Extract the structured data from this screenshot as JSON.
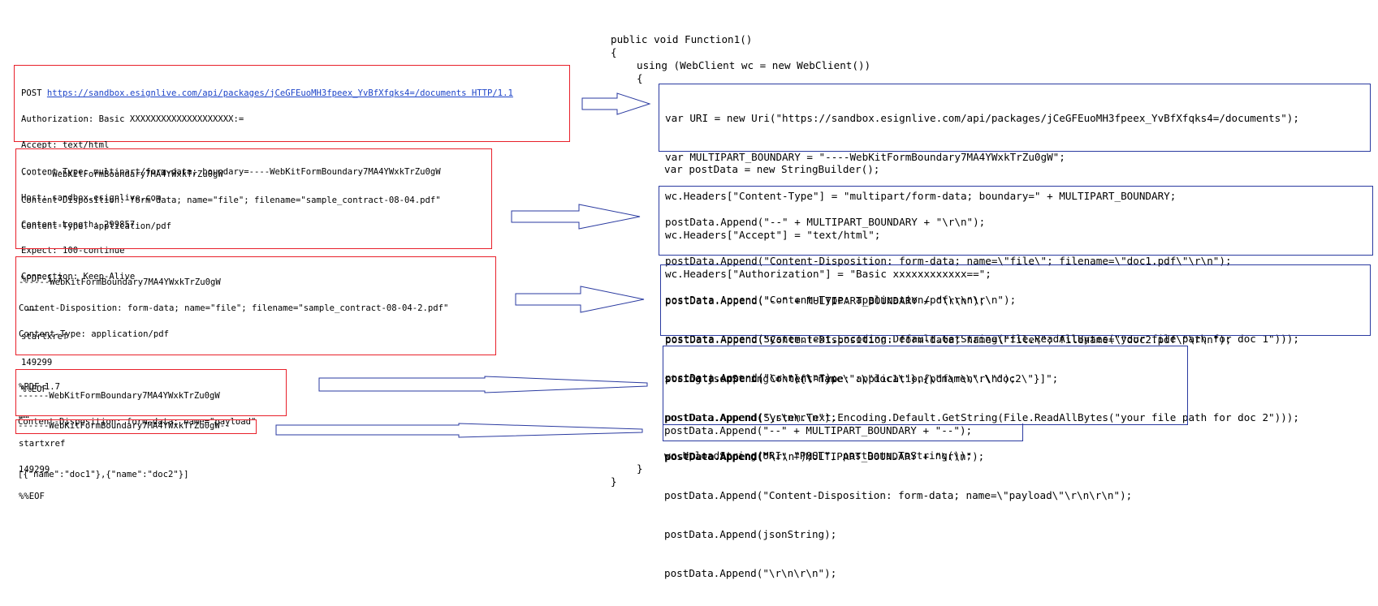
{
  "request": {
    "headers": [
      "POST ",
      "Authorization: Basic XXXXXXXXXXXXXXXXXXXX:=",
      "Accept: text/html",
      "Content-Type: multipart/form-data; boundary=----WebKitFormBoundary7MA4YWxkTrZu0gW",
      "Host: sandbox.esignlive.com",
      "Content-Length: 299857",
      "Expect: 100-continue",
      "Connection: Keep-Alive"
    ],
    "post_url": "https://sandbox.esignlive.com/api/packages/jCeGFEuoMH3fpeex_YvBfXfqks4=/documents HTTP/1.1",
    "part1": [
      "------WebKitFormBoundary7MA4YWxkTrZu0gW",
      "Content-Disposition: form-data; name=\"file\"; filename=\"sample_contract-08-04.pdf\"",
      "Content-Type: application/pdf",
      "",
      "%PDF-1.7",
      " ……",
      "startxref",
      "149299",
      "%%EOF"
    ],
    "part2": [
      "------WebKitFormBoundary7MA4YWxkTrZu0gW",
      "Content-Disposition: form-data; name=\"file\"; filename=\"sample_contract-08-04-2.pdf\"",
      "Content-Type: application/pdf",
      "",
      "%PDF-1.7",
      "……",
      "startxref",
      "149299",
      "%%EOF"
    ],
    "payload": [
      "------WebKitFormBoundary7MA4YWxkTrZu0gW",
      "Content-Disposition: form-data; name=\"payload\"",
      "",
      "[{\"name\":\"doc1\"},{\"name\":\"doc2\"}]"
    ],
    "end_boundary": "------WebKitFormBoundary7MA4YWxkTrZu0gW--"
  },
  "code": {
    "signature": "public void Function1()",
    "open_brace": "{",
    "using_line": "using (WebClient wc = new WebClient())",
    "inner_open": "{",
    "block_headers": [
      "var URI = new Uri(\"https://sandbox.esignlive.com/api/packages/jCeGFEuoMH3fpeex_YvBfXfqks4=/documents\");",
      "var MULTIPART_BOUNDARY = \"----WebKitFormBoundary7MA4YWxkTrZu0gW\";",
      "wc.Headers[\"Content-Type\"] = \"multipart/form-data; boundary=\" + MULTIPART_BOUNDARY;",
      "wc.Headers[\"Accept\"] = \"text/html\";",
      "wc.Headers[\"Authorization\"] = \"Basic xxxxxxxxxxxx==\";"
    ],
    "postdata_line": "var postData = new StringBuilder();",
    "block_doc1": [
      "postData.Append(\"--\" + MULTIPART_BOUNDARY + \"\\r\\n\");",
      "postData.Append(\"Content-Disposition: form-data; name=\\\"file\\\"; filename=\\\"doc1.pdf\\\"\\r\\n\");",
      "postData.Append(\"Content-Type: application/pdf\\r\\n\\r\\n\");",
      "postData.Append(System.Text.Encoding.Default.GetString(File.ReadAllBytes(\"your file path for doc 1\")));",
      "postData.Append(\"\\r\\n\\r\\n\");"
    ],
    "block_doc2": [
      "postData.Append(\"--\" + MULTIPART_BOUNDARY + \"\\r\\n\");",
      "postData.Append(\"Content-Disposition: form-data; name=\\\"file\\\"; filename=\\\"doc2.pdf\\\"\\r\\n\");",
      "postData.Append(\"Content-Type: application/pdf\\r\\n\\r\\n\");",
      "postData.Append(System.Text.Encoding.Default.GetString(File.ReadAllBytes(\"your file path for doc 2\")));",
      "postData.Append(\"\\r\\n\");"
    ],
    "block_payload": [
      "string jsonString = \"[{\\\"name\\\":\\\"doc1\\\"},{\\\"name\\\":\\\"doc2\\\"}]\";",
      "postData.Append(\"\\r\\n\\r\\n\");",
      "postData.Append(\"--\" + MULTIPART_BOUNDARY + \"\\r\\n\");",
      "postData.Append(\"Content-Disposition: form-data; name=\\\"payload\\\"\\r\\n\\r\\n\");",
      "postData.Append(jsonString);",
      "postData.Append(\"\\r\\n\\r\\n\");"
    ],
    "block_end": "postData.Append(\"--\" + MULTIPART_BOUNDARY + \"--\");",
    "upload_line": "wc.UploadString(URI, \"POST\", postData.ToString());",
    "inner_close": "}",
    "close_brace": "}"
  },
  "colors": {
    "request_border": "#e8202a",
    "code_border": "#2a3aa0",
    "link": "#1d44c8"
  }
}
